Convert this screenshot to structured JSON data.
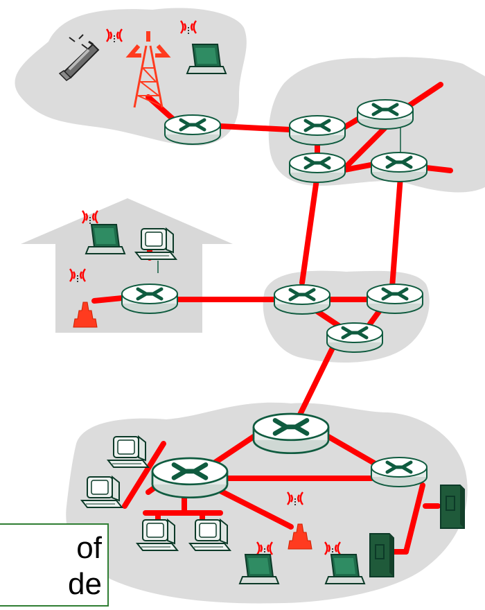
{
  "diagram": {
    "colors": {
      "region_fill": "#dcdcdc",
      "link": "#ff0000",
      "router_body": "#ffffff",
      "router_stroke": "#0f5b3f",
      "router_symbol": "#0f5b3f",
      "wireless": "#ff0000",
      "tower": "#ff3b1f",
      "laptop": "#1e6b4a",
      "server": "#1f5a3a",
      "house": "#d8d8d8"
    },
    "regions": [
      {
        "name": "mobile-network"
      },
      {
        "name": "global-isp"
      },
      {
        "name": "home-network"
      },
      {
        "name": "regional-isp"
      },
      {
        "name": "institutional-network"
      }
    ],
    "icons": [
      "router-icon",
      "laptop-icon",
      "desktop-icon",
      "cellphone-icon",
      "cell-tower-icon",
      "access-point-icon",
      "server-icon"
    ]
  },
  "callout": {
    "line1": "of",
    "line2": "de"
  }
}
